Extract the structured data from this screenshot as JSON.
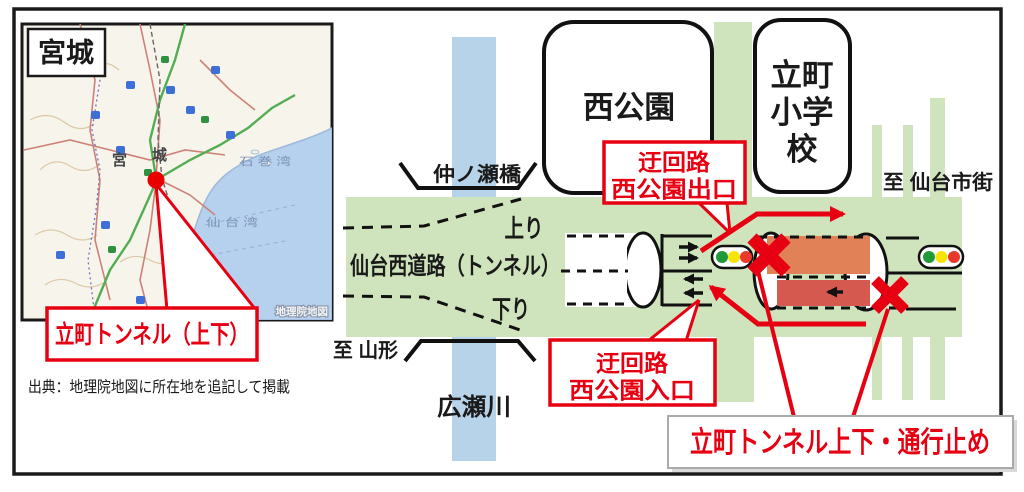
{
  "palette": {
    "accent_red": "#e60012",
    "road_green": "#cfe3bc",
    "river_blue": "#b7d3ea",
    "closed_tunnel_upper_orange": "#e08158",
    "closed_tunnel_lower_red": "#d6594f",
    "signal_green": "#1f9a3a",
    "signal_yellow": "#f7e400",
    "signal_red": "#e8392c",
    "map_sea_blue": "#b5d1ee",
    "map_land": "#f7f4ec",
    "frame_black": "#1a1a1a"
  },
  "map_inset": {
    "region_label": "宮城",
    "pref_chars": [
      "宮",
      "城"
    ],
    "bay_labels": [
      "石 巻 湾",
      "仙 台 湾"
    ],
    "watermark": "地理院地図",
    "location_callout": "立町トンネル（上下）",
    "source_note": "出典：地理院地図に所在地を追記して掲載"
  },
  "diagram": {
    "park_label": "西公園",
    "school_label_lines": [
      "立町",
      "小学",
      "校"
    ],
    "bridge_label": "仲ノ瀬橋",
    "river_label": "広瀬川",
    "road_label": "仙台西道路（トンネル）",
    "up_direction_label": "上り",
    "down_direction_label": "下り",
    "to_yamagata": "至 山形",
    "to_sendai_city": "至 仙台市街",
    "callout_exit": {
      "line1": "迂回路",
      "line2": "西公園出口"
    },
    "callout_entrance": {
      "line1": "迂回路",
      "line2": "西公園入口"
    },
    "closure_callout": "立町トンネル上下・通行止め"
  }
}
